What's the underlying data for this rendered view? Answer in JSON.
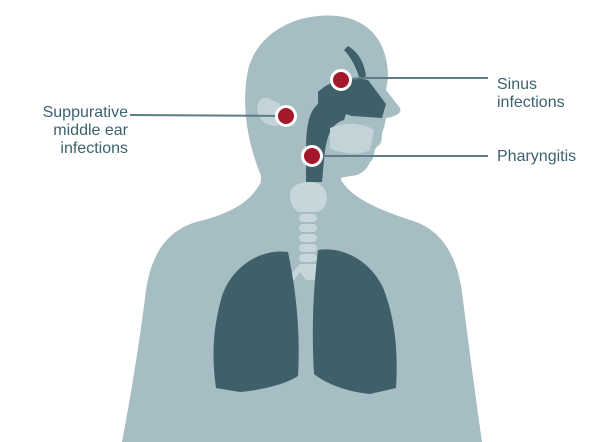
{
  "colors": {
    "body": "#a7bdc4",
    "ear_inner": "#c4d3d8",
    "lungs": "#3f5f69",
    "airway": "#3f5f69",
    "spine": "#c7d6da",
    "dot_fill": "#a3182a",
    "dot_ring": "#ffffff",
    "leader_line": "#5e7c86",
    "label_text": "#3c6170"
  },
  "labels": {
    "ear": [
      "Suppurative",
      "middle ear",
      "infections"
    ],
    "sinus": [
      "Sinus",
      "infections"
    ],
    "pharyngitis": [
      "Pharyngitis"
    ]
  }
}
